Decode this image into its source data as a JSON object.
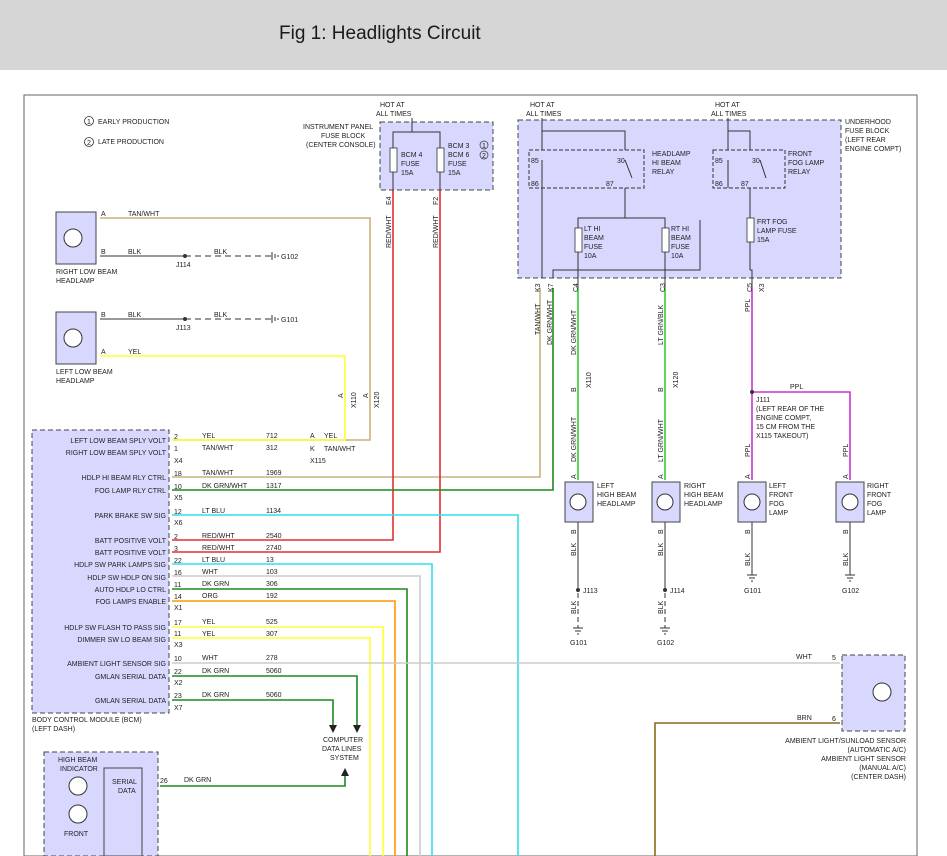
{
  "header": {
    "title": "Fig 1: Headlights Circuit"
  },
  "legend": {
    "early": "EARLY PRODUCTION",
    "late": "LATE PRODUCTION",
    "n1": "1",
    "n2": "2"
  },
  "colors": {
    "module": "#d8d8ff",
    "frame": "#555555",
    "tan": "#c9b27c",
    "yel": "#ffff33",
    "red": "#e03030",
    "dkgrn": "#1c8a1c",
    "ltgrn": "#33cc33",
    "ltblu": "#33ddee",
    "wht": "#cccccc",
    "org": "#ff9900",
    "ppl": "#cc33cc",
    "brn": "#8a6a1a",
    "blk": "#333333"
  },
  "labels": {
    "hot_ip": [
      "HOT AT",
      "ALL TIMES"
    ],
    "hot_uh1": [
      "HOT AT",
      "ALL TIMES"
    ],
    "hot_uh2": [
      "HOT AT",
      "ALL TIMES"
    ],
    "ip_fuse_block": [
      "INSTRUMENT PANEL",
      "FUSE BLOCK",
      "(CENTER CONSOLE)"
    ],
    "uh_fuse_block": [
      "UNDERHOOD",
      "FUSE BLOCK",
      "(LEFT REAR",
      "ENGINE COMPT)"
    ],
    "bcm4_fuse": [
      "BCM 4",
      "FUSE",
      "15A"
    ],
    "bcm36_fuse": [
      "BCM 3",
      "BCM 6",
      "FUSE",
      "15A"
    ],
    "hl_relay": [
      "HEADLAMP",
      "HI BEAM",
      "RELAY"
    ],
    "fog_relay": [
      "FRONT",
      "FOG LAMP",
      "RELAY"
    ],
    "lthi_fuse": [
      "LT HI",
      "BEAM",
      "FUSE",
      "10A"
    ],
    "rthi_fuse": [
      "RT HI",
      "BEAM",
      "FUSE",
      "10A"
    ],
    "frtfog_fuse": [
      "FRT FOG",
      "LAMP FUSE",
      "15A"
    ],
    "right_low": [
      "RIGHT LOW BEAM",
      "HEADLAMP"
    ],
    "left_low": [
      "LEFT LOW BEAM",
      "HEADLAMP"
    ],
    "left_high": [
      "LEFT",
      "HIGH BEAM",
      "HEADLAMP"
    ],
    "right_high": [
      "RIGHT",
      "HIGH BEAM",
      "HEADLAMP"
    ],
    "left_fog": [
      "LEFT",
      "FRONT",
      "FOG",
      "LAMP"
    ],
    "right_fog": [
      "RIGHT",
      "FRONT",
      "FOG",
      "LAMP"
    ],
    "j111": [
      "J111",
      "(LEFT REAR OF THE",
      "ENGINE COMPT,",
      "15 CM FROM THE",
      "X115 TAKEOUT)"
    ],
    "bcm_name": [
      "BODY CONTROL MODULE (BCM)",
      "(LEFT DASH)"
    ],
    "data_lines": [
      "COMPUTER",
      "DATA LINES",
      "SYSTEM"
    ],
    "sensor": [
      "AMBIENT LIGHT/SUNLOAD SENSOR",
      "(AUTOMATIC A/C)",
      "AMBIENT LIGHT SENSOR",
      "(MANUAL A/C)",
      "(CENTER DASH)"
    ],
    "hbi": [
      "HIGH BEAM",
      "INDICATOR"
    ],
    "serial_data": [
      "SERIAL",
      "DATA"
    ],
    "front": "FRONT"
  },
  "bcm_rows": [
    {
      "sig": "LEFT LOW BEAM SPLY VOLT",
      "pin": "2",
      "wire": "YEL",
      "ckt": "712"
    },
    {
      "sig": "RIGHT LOW BEAM SPLY VOLT",
      "pin": "1",
      "wire": "TAN/WHT",
      "ckt": "312"
    },
    {
      "sig": "HDLP HI BEAM RLY CTRL",
      "pin": "18",
      "wire": "TAN/WHT",
      "ckt": "1969"
    },
    {
      "sig": "FOG LAMP RLY CTRL",
      "pin": "10",
      "wire": "DK GRN/WHT",
      "ckt": "1317"
    },
    {
      "sig": "PARK BRAKE SW SIG",
      "pin": "12",
      "wire": "LT BLU",
      "ckt": "1134"
    },
    {
      "sig": "BATT POSITIVE VOLT",
      "pin": "2",
      "wire": "RED/WHT",
      "ckt": "2540"
    },
    {
      "sig": "BATT POSITIVE VOLT",
      "pin": "3",
      "wire": "RED/WHT",
      "ckt": "2740"
    },
    {
      "sig": "HDLP SW PARK LAMPS SIG",
      "pin": "22",
      "wire": "LT BLU",
      "ckt": "13"
    },
    {
      "sig": "HDLP SW HDLP ON SIG",
      "pin": "16",
      "wire": "WHT",
      "ckt": "103"
    },
    {
      "sig": "AUTO HDLP LO CTRL",
      "pin": "11",
      "wire": "DK GRN",
      "ckt": "306"
    },
    {
      "sig": "FOG LAMPS ENABLE",
      "pin": "14",
      "wire": "ORG",
      "ckt": "192"
    },
    {
      "sig": "HDLP SW FLASH TO PASS SIG",
      "pin": "17",
      "wire": "YEL",
      "ckt": "525"
    },
    {
      "sig": "DIMMER SW LO BEAM SIG",
      "pin": "11",
      "wire": "YEL",
      "ckt": "307"
    },
    {
      "sig": "AMBIENT LIGHT SENSOR SIG",
      "pin": "10",
      "wire": "WHT",
      "ckt": "278"
    },
    {
      "sig": "GMLAN SERIAL DATA",
      "pin": "22",
      "wire": "DK GRN",
      "ckt": "5060"
    },
    {
      "sig": "GMLAN SERIAL DATA",
      "pin": "23",
      "wire": "DK GRN",
      "ckt": "5060"
    }
  ],
  "connectors": {
    "x4": "X4",
    "x5": "X5",
    "x6": "X6",
    "x1": "X1",
    "x3": "X3",
    "x2": "X2",
    "x7": "X7",
    "x115": "X115",
    "x110": "X110",
    "x120": "X120"
  },
  "wires": {
    "tanwht": "TAN/WHT",
    "blk": "BLK",
    "yel": "YEL",
    "redwht": "RED/WHT",
    "dkgrnwht": "DK GRN/WHT",
    "ltgrnblk": "LT GRN/BLK",
    "dkgrnwht2": "DK GRN/WHT",
    "ltgrnwht": "LT GRN/WHT",
    "ppl": "PPL",
    "wht": "WHT",
    "brn": "BRN",
    "dkgrn": "DK GRN"
  },
  "pins": {
    "A": "A",
    "B": "B",
    "E4": "E4",
    "F2": "F2",
    "K3": "K3",
    "K7": "K7",
    "C4": "C4",
    "C3": "C3",
    "C5": "C5",
    "X3": "X3",
    "p85": "85",
    "p86": "86",
    "p30": "30",
    "p87": "87",
    "p2": "2",
    "p1": "1",
    "p5": "5",
    "p6": "6",
    "p26": "26"
  },
  "grounds": {
    "g102": "G102",
    "g101": "G101",
    "j114": "J114",
    "j113": "J113"
  }
}
